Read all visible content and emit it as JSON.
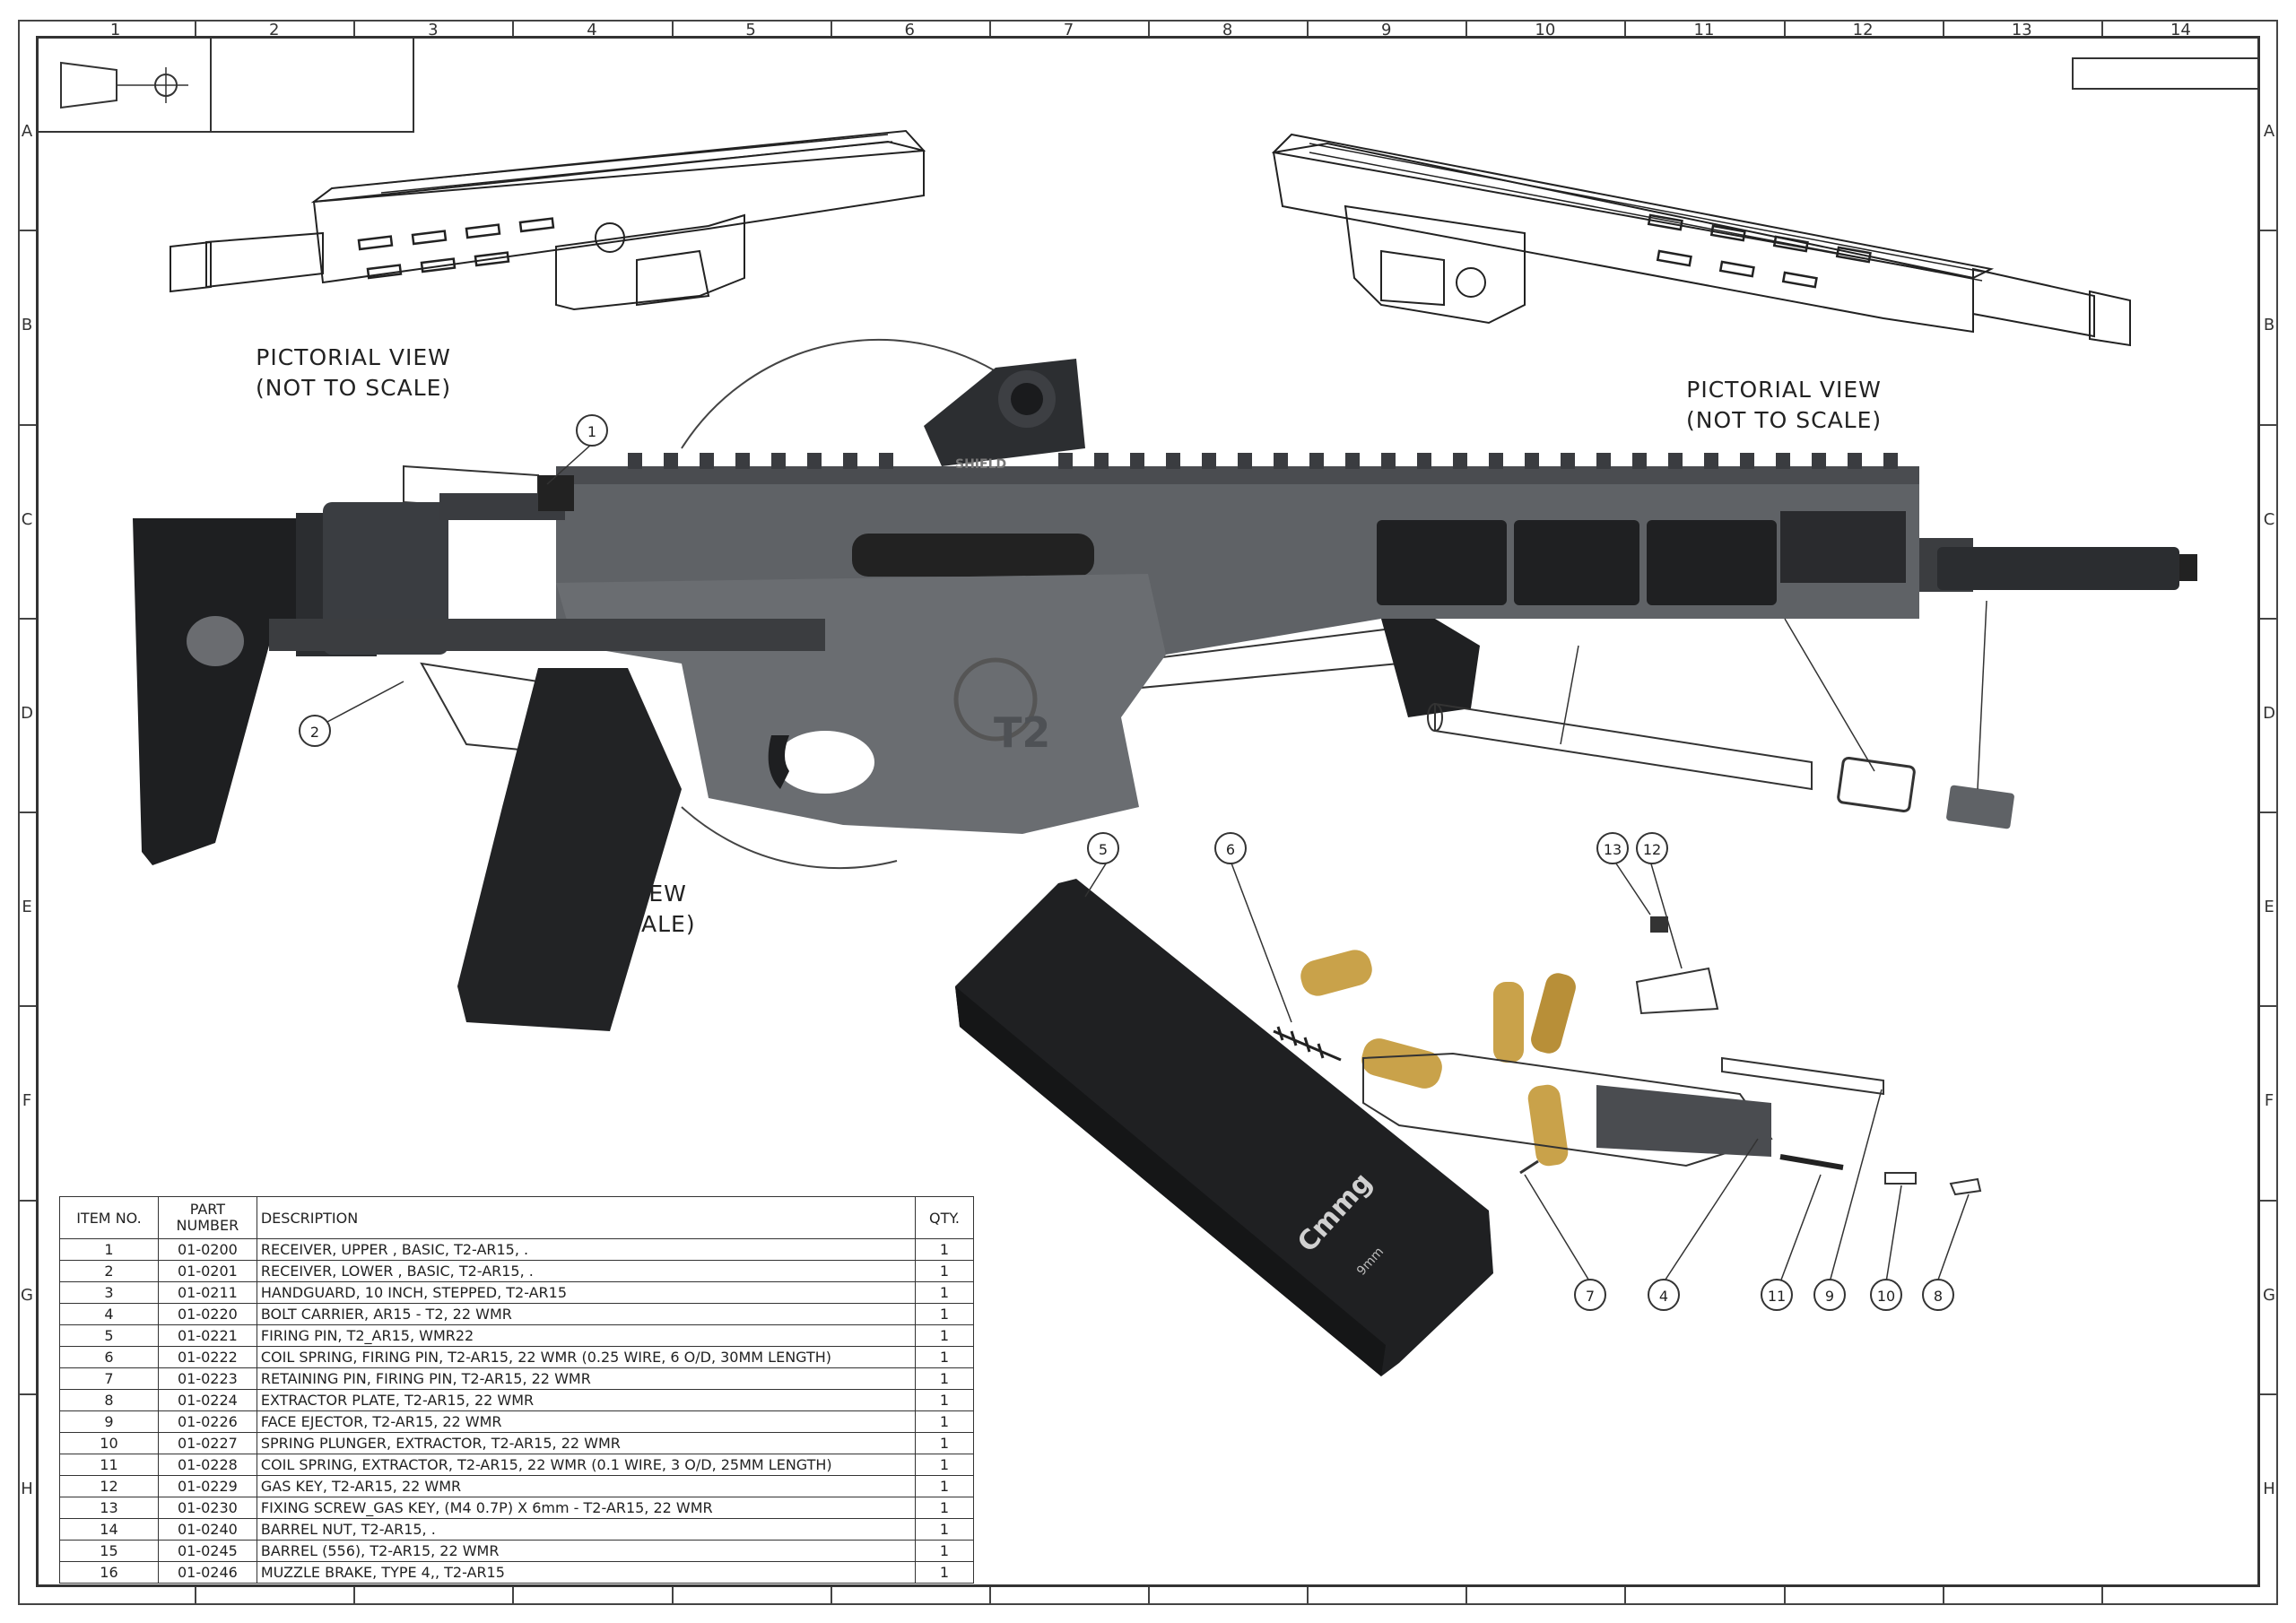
{
  "grid": {
    "columns": [
      "1",
      "2",
      "3",
      "4",
      "5",
      "6",
      "7",
      "8",
      "9",
      "10",
      "11",
      "12",
      "13",
      "14"
    ],
    "rows": [
      "A",
      "B",
      "C",
      "D",
      "E",
      "F",
      "G",
      "H"
    ]
  },
  "pictorial_views": {
    "left": [
      "PICTORIAL VIEW",
      "(NOT TO SCALE)"
    ],
    "right": [
      "PICTORIAL VIEW",
      "(NOT TO SCALE)"
    ],
    "partial_left": [
      "IEW",
      "ALE)"
    ]
  },
  "balloons": [
    "1",
    "2",
    "5",
    "6",
    "13",
    "12",
    "7",
    "4",
    "11",
    "9",
    "10",
    "8"
  ],
  "bom": {
    "headers": {
      "item": "ITEM NO.",
      "part": "PART NUMBER",
      "desc": "DESCRIPTION",
      "qty": "QTY."
    },
    "rows": [
      {
        "item": "1",
        "part": "01-0200",
        "desc": "RECEIVER, UPPER , BASIC, T2-AR15, .",
        "qty": "1"
      },
      {
        "item": "2",
        "part": "01-0201",
        "desc": "RECEIVER, LOWER , BASIC, T2-AR15, .",
        "qty": "1"
      },
      {
        "item": "3",
        "part": "01-0211",
        "desc": "HANDGUARD, 10 INCH, STEPPED, T2-AR15",
        "qty": "1"
      },
      {
        "item": "4",
        "part": "01-0220",
        "desc": "BOLT CARRIER, AR15 - T2, 22 WMR",
        "qty": "1"
      },
      {
        "item": "5",
        "part": "01-0221",
        "desc": "FIRING PIN, T2_AR15, WMR22",
        "qty": "1"
      },
      {
        "item": "6",
        "part": "01-0222",
        "desc": "COIL SPRING, FIRING PIN, T2-AR15, 22 WMR (0.25 WIRE, 6 O/D, 30MM LENGTH)",
        "qty": "1"
      },
      {
        "item": "7",
        "part": "01-0223",
        "desc": "RETAINING PIN, FIRING PIN, T2-AR15, 22 WMR",
        "qty": "1"
      },
      {
        "item": "8",
        "part": "01-0224",
        "desc": "EXTRACTOR PLATE, T2-AR15, 22 WMR",
        "qty": "1"
      },
      {
        "item": "9",
        "part": "01-0226",
        "desc": "FACE EJECTOR, T2-AR15, 22 WMR",
        "qty": "1"
      },
      {
        "item": "10",
        "part": "01-0227",
        "desc": "SPRING PLUNGER, EXTRACTOR, T2-AR15, 22 WMR",
        "qty": "1"
      },
      {
        "item": "11",
        "part": "01-0228",
        "desc": "COIL SPRING, EXTRACTOR, T2-AR15, 22 WMR (0.1 WIRE, 3 O/D, 25MM LENGTH)",
        "qty": "1"
      },
      {
        "item": "12",
        "part": "01-0229",
        "desc": "GAS KEY, T2-AR15, 22 WMR",
        "qty": "1"
      },
      {
        "item": "13",
        "part": "01-0230",
        "desc": "FIXING SCREW_GAS KEY, (M4 0.7P) X 6mm - T2-AR15, 22 WMR",
        "qty": "1"
      },
      {
        "item": "14",
        "part": "01-0240",
        "desc": "BARREL NUT, T2-AR15, .",
        "qty": "1"
      },
      {
        "item": "15",
        "part": "01-0245",
        "desc": "BARREL (556), T2-AR15, 22 WMR",
        "qty": "1"
      },
      {
        "item": "16",
        "part": "01-0246",
        "desc": "MUZZLE BRAKE, TYPE 4,, T2-AR15",
        "qty": "1"
      }
    ]
  },
  "marks": {
    "magazine_brand": "Cmmg",
    "magazine_caliber": "9mm",
    "optic_brand": "SHIELD",
    "logo": "T2"
  },
  "colors": {
    "line": "#333333",
    "gun_body": "#5f6266",
    "gun_dark": "#2b2d30",
    "furniture": "#1e1f21",
    "brass": "#c9a24a"
  }
}
